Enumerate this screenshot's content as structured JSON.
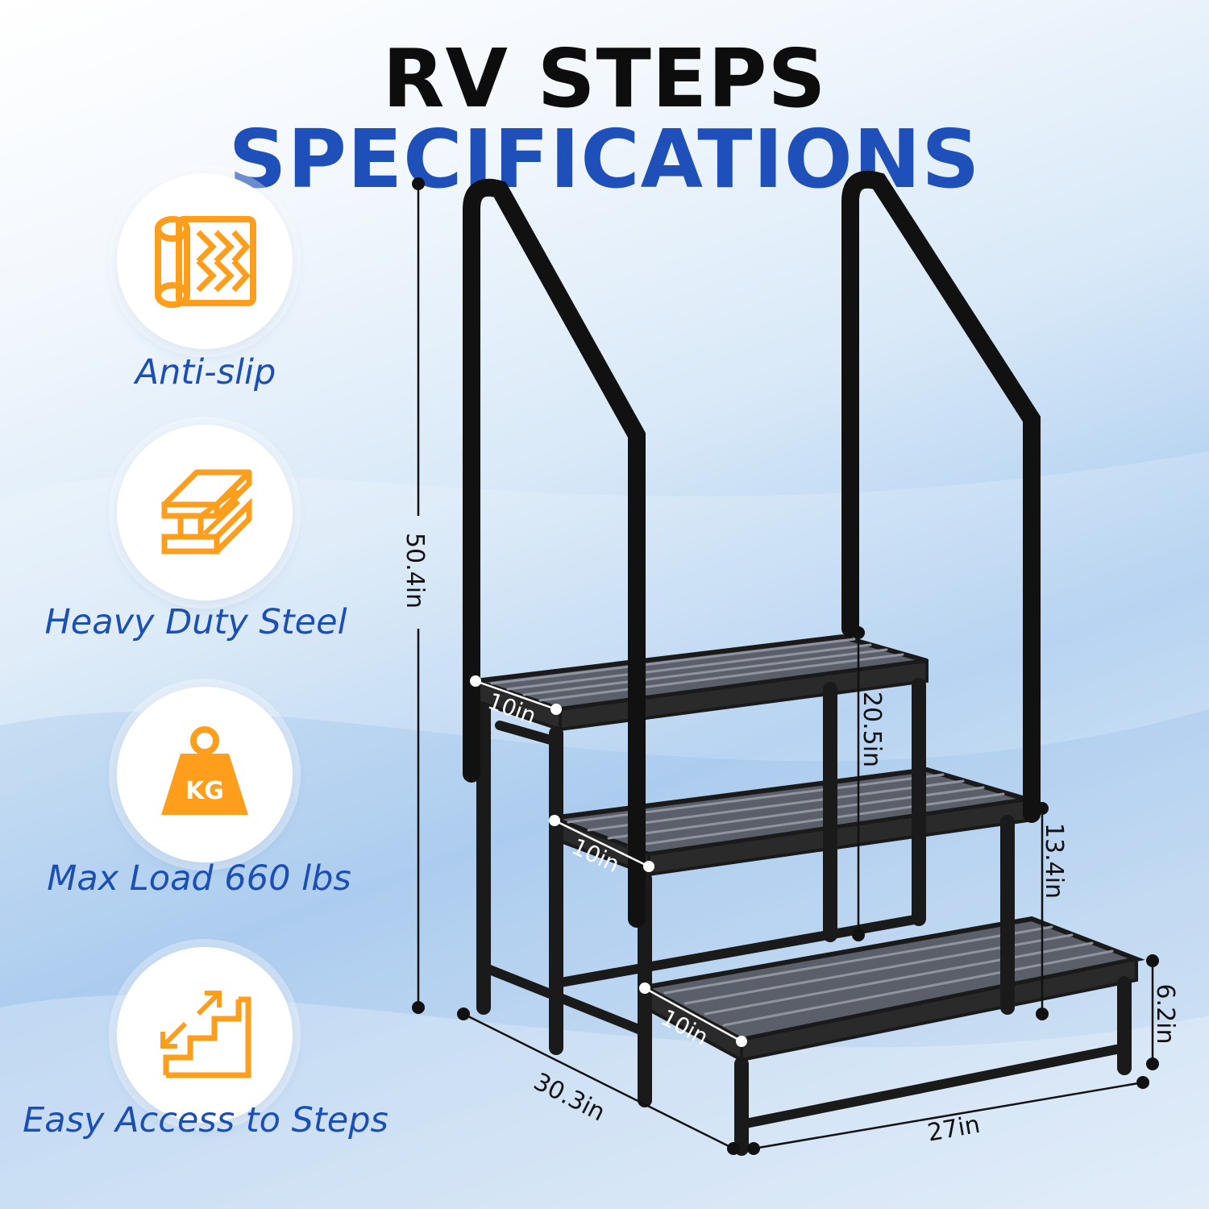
{
  "title": {
    "part1": "RV STEPS",
    "part2": "SPECIFICATIONS"
  },
  "features": [
    {
      "label": "Anti-slip",
      "icon": "anti-slip-roll-icon"
    },
    {
      "label": "Heavy Duty Steel",
      "icon": "steel-beam-icon"
    },
    {
      "label": "Max Load 660 lbs",
      "icon": "kg-weight-icon",
      "icon_text": "KG"
    },
    {
      "label": "Easy Access to Steps",
      "icon": "stairs-arrow-icon"
    }
  ],
  "dimensions": {
    "total_height": "50.4in",
    "top_step_height": "20.5in",
    "middle_step_height": "13.4in",
    "bottom_step_height": "6.2in",
    "depth": "30.3in",
    "width": "27in",
    "tread_top": "10in",
    "tread_middle": "10in",
    "tread_bottom": "10in"
  },
  "colors": {
    "title_dark": "#0d0d0d",
    "title_blue": "#1f4fb8",
    "icon_orange": "#ff9d1c",
    "label_blue": "#1c4fb5"
  }
}
